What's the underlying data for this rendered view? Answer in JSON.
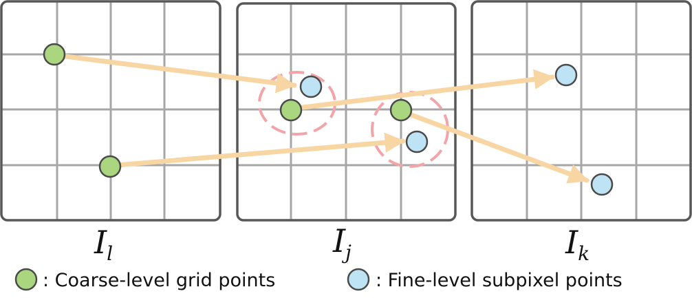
{
  "colors": {
    "frame": "#585858",
    "grid": "#a6a6a6",
    "coarse_point": "#a9d67f",
    "fine_point": "#bde3f5",
    "point_stroke": "#4a4a4a",
    "arrow": "#f8d6a4",
    "dashed_circle": "#f2a5a9"
  },
  "panels": [
    {
      "base": "I",
      "sub": "l"
    },
    {
      "base": "I",
      "sub": "j"
    },
    {
      "base": "I",
      "sub": "k"
    }
  ],
  "legend": {
    "coarse": {
      "label": ": Coarse-level grid points"
    },
    "fine": {
      "label": ": Fine-level subpixel points"
    }
  }
}
